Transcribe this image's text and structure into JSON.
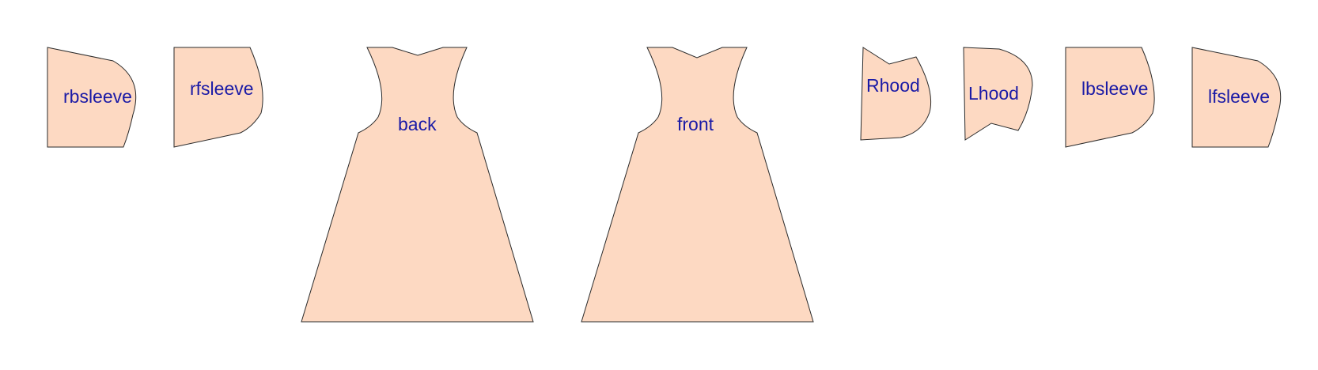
{
  "diagram": {
    "type": "sewing-pattern-layout",
    "piece_fill": "#fdd9c2",
    "outline_color": "#2a2a2a",
    "label_color": "#1a1aa6",
    "pieces": [
      {
        "id": "rbsleeve",
        "label": "rbsleeve",
        "shape": "sleeve"
      },
      {
        "id": "rfsleeve",
        "label": "rfsleeve",
        "shape": "sleeve"
      },
      {
        "id": "back",
        "label": "back",
        "shape": "bodice"
      },
      {
        "id": "front",
        "label": "front",
        "shape": "bodice"
      },
      {
        "id": "rhood",
        "label": "Rhood",
        "shape": "hood"
      },
      {
        "id": "lhood",
        "label": "Lhood",
        "shape": "hood"
      },
      {
        "id": "lbsleeve",
        "label": "lbsleeve",
        "shape": "sleeve"
      },
      {
        "id": "lfsleeve",
        "label": "lfsleeve",
        "shape": "sleeve"
      }
    ]
  }
}
